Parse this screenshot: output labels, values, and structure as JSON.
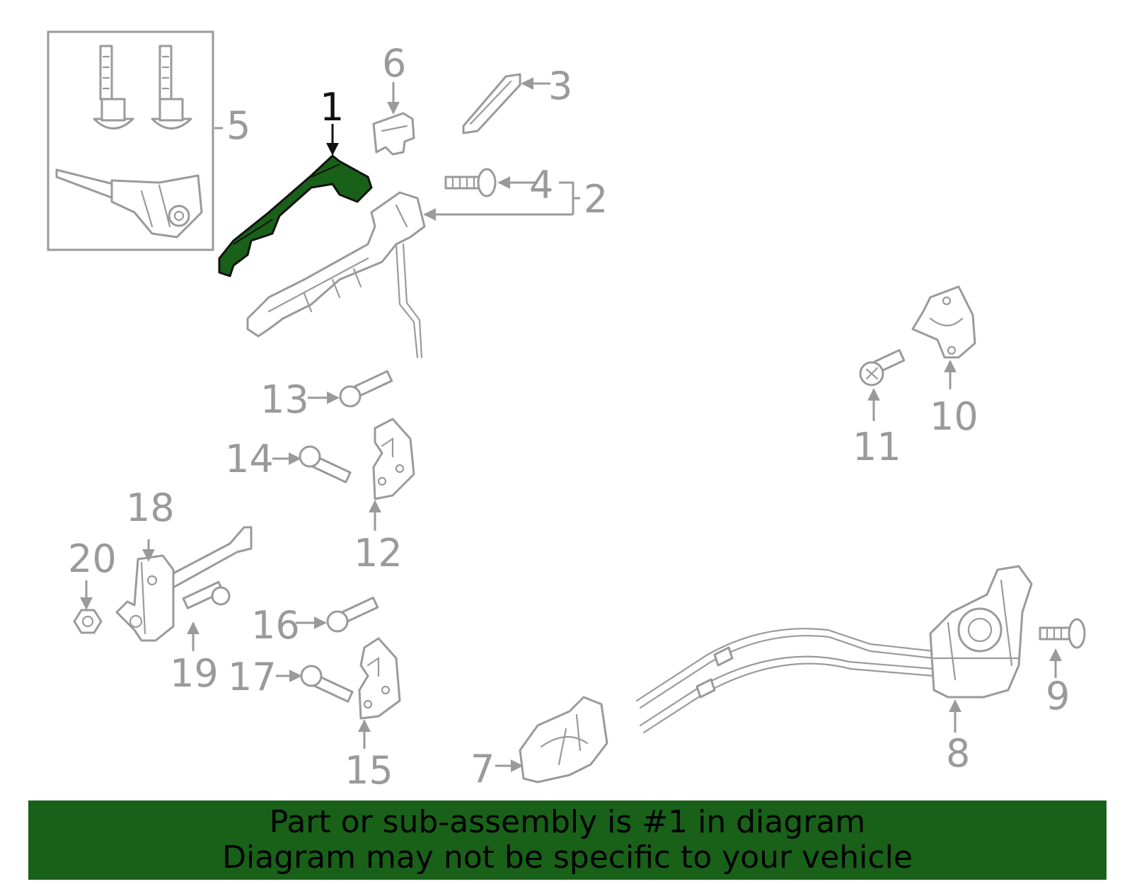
{
  "callouts": {
    "n1": "1",
    "n2": "2",
    "n3": "3",
    "n4": "4",
    "n5": "5",
    "n6": "6",
    "n7": "7",
    "n8": "8",
    "n9": "9",
    "n10": "10",
    "n11": "11",
    "n12": "12",
    "n13": "13",
    "n14": "14",
    "n15": "15",
    "n16": "16",
    "n17": "17",
    "n18": "18",
    "n19": "19",
    "n20": "20"
  },
  "highlight": {
    "part_number": "1",
    "color": "#196119"
  },
  "colors": {
    "line_gray": "#9a9a9a",
    "banner_green": "#196119",
    "text_dark": "#111111"
  },
  "footer": {
    "line1": "Part or sub-assembly is #1 in diagram",
    "line2": "Diagram may not be specific to your vehicle"
  }
}
